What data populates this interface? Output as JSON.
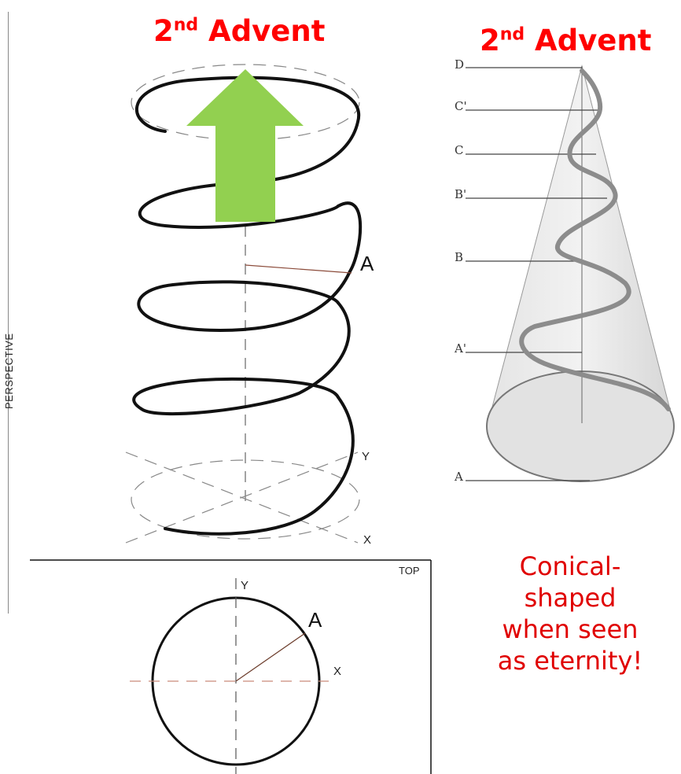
{
  "left_title": {
    "main": "2",
    "sup": "nd",
    "rest": " Advent"
  },
  "right_title": {
    "main": "2",
    "sup": "nd",
    "rest": " Advent"
  },
  "helix": {
    "point_label": "A",
    "axis_y": "Y",
    "axis_x": "X",
    "side_label": "PERSPECTIVE",
    "arrow_color": "#92d050"
  },
  "top_view": {
    "label": "TOP",
    "point_label": "A",
    "axis_y": "Y",
    "axis_x": "X"
  },
  "cone": {
    "labels": [
      "D",
      "C'",
      "C",
      "B'",
      "B",
      "A'",
      "A"
    ]
  },
  "caption": {
    "line1": "Conical-",
    "line2": "shaped",
    "line3": "when seen",
    "line4": "as eternity!"
  },
  "colors": {
    "title": "#ff0000",
    "caption": "#e00000",
    "arrow": "#92d050"
  }
}
